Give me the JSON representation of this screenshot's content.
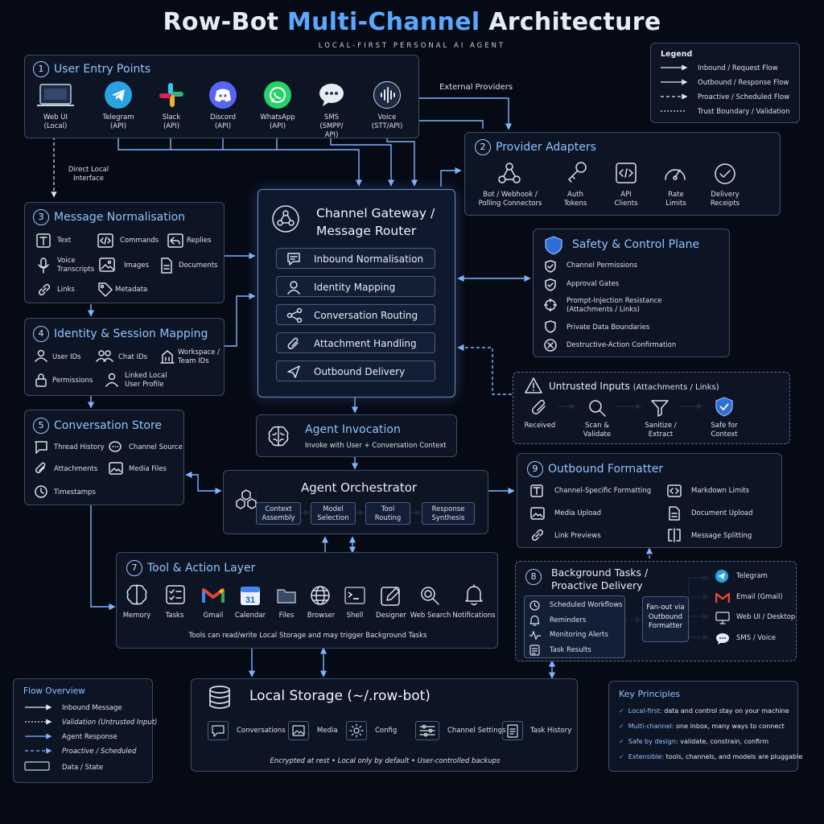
{
  "header": {
    "title_part1": "Row-Bot",
    "title_part2": "Multi-Channel",
    "title_part3": "Architecture",
    "subtitle": "LOCAL-FIRST PERSONAL AI AGENT"
  },
  "legend": {
    "title": "Legend",
    "items": [
      "Inbound / Request Flow",
      "Outbound / Response Flow",
      "Proactive / Scheduled Flow",
      "Trust Boundary / Validation"
    ]
  },
  "entry": {
    "num": "1",
    "title": "User Entry Points",
    "channels": [
      {
        "name": "Web UI",
        "sub": "(Local)"
      },
      {
        "name": "Telegram",
        "sub": "(API)"
      },
      {
        "name": "Slack",
        "sub": "(API)"
      },
      {
        "name": "Discord",
        "sub": "(API)"
      },
      {
        "name": "WhatsApp",
        "sub": "(API)"
      },
      {
        "name": "SMS",
        "sub": "(SMPP/",
        "sub2": "API)"
      },
      {
        "name": "Voice",
        "sub": "(STT/API)"
      }
    ]
  },
  "external_providers": "External Providers",
  "direct_local": {
    "l1": "Direct Local",
    "l2": "Interface"
  },
  "adapters": {
    "num": "2",
    "title": "Provider Adapters",
    "items": [
      {
        "l1": "Bot / Webhook /",
        "l2": "Polling Connectors"
      },
      {
        "l1": "Auth",
        "l2": "Tokens"
      },
      {
        "l1": "API",
        "l2": "Clients"
      },
      {
        "l1": "Rate",
        "l2": "Limits"
      },
      {
        "l1": "Delivery",
        "l2": "Receipts"
      }
    ]
  },
  "normalisation": {
    "num": "3",
    "title": "Message Normalisation",
    "items": [
      "Text",
      "Commands",
      "Replies",
      "Voice",
      "Transcripts",
      "Images",
      "Documents",
      "Links",
      "Metadata"
    ]
  },
  "gateway": {
    "title1": "Channel Gateway /",
    "title2": "Message Router",
    "rows": [
      "Inbound Normalisation",
      "Identity Mapping",
      "Conversation Routing",
      "Attachment Handling",
      "Outbound Delivery"
    ]
  },
  "safety": {
    "title": "Safety & Control Plane",
    "items": [
      "Channel Permissions",
      "Approval Gates",
      "Prompt-Injection Resistance",
      "(Attachments / Links)",
      "Private Data Boundaries",
      "Destructive-Action Confirmation"
    ]
  },
  "identity": {
    "num": "4",
    "title": "Identity & Session Mapping",
    "items": [
      "User IDs",
      "Chat IDs",
      "Workspace /",
      "Team IDs",
      "Permissions",
      "Linked Local",
      "User Profile"
    ]
  },
  "untrusted": {
    "title": "Untrusted Inputs",
    "title_sub": "(Attachments / Links)",
    "steps": [
      {
        "l1": "Received",
        "l2": ""
      },
      {
        "l1": "Scan &",
        "l2": "Validate"
      },
      {
        "l1": "Sanitize /",
        "l2": "Extract"
      },
      {
        "l1": "Safe for",
        "l2": "Context"
      }
    ]
  },
  "store": {
    "num": "5",
    "title": "Conversation Store",
    "items": [
      "Thread History",
      "Channel Source",
      "Attachments",
      "Media Files",
      "Timestamps"
    ]
  },
  "invocation": {
    "title": "Agent Invocation",
    "sub": "Invoke with User + Conversation Context"
  },
  "orchestrator": {
    "title": "Agent Orchestrator",
    "steps": [
      {
        "l1": "Context",
        "l2": "Assembly"
      },
      {
        "l1": "Model",
        "l2": "Selection"
      },
      {
        "l1": "Tool",
        "l2": "Routing"
      },
      {
        "l1": "Response",
        "l2": "Synthesis"
      }
    ]
  },
  "formatter": {
    "num": "9",
    "title": "Outbound Formatter",
    "items": [
      "Channel-Specific Formatting",
      "Markdown Limits",
      "Media Upload",
      "Document Upload",
      "Link Previews",
      "Message Splitting"
    ]
  },
  "tools": {
    "num": "7",
    "title": "Tool & Action Layer",
    "items": [
      "Memory",
      "Tasks",
      "Gmail",
      "Calendar",
      "Files",
      "Browser",
      "Shell",
      "Designer",
      "Web Search",
      "Notifications"
    ],
    "note": "Tools can read/write Local Storage and may trigger Background Tasks",
    "calendar_day": "31"
  },
  "background": {
    "num": "8",
    "title1": "Background Tasks /",
    "title2": "Proactive Delivery",
    "items": [
      "Scheduled Workflows",
      "Reminders",
      "Monitoring Alerts",
      "Task Results"
    ],
    "fanout": [
      "Fan-out via",
      "Outbound",
      "Formatter"
    ],
    "targets": [
      "Telegram",
      "Email (Gmail)",
      "Web UI / Desktop",
      "SMS / Voice"
    ]
  },
  "flow": {
    "title": "Flow Overview",
    "items": [
      "Inbound Message",
      "Validation (Untrusted Input)",
      "Agent Response",
      "Proactive / Scheduled",
      "Data / State"
    ]
  },
  "storage": {
    "title": "Local Storage (~/.row-bot)",
    "items": [
      "Conversations",
      "Media",
      "Config",
      "Channel Settings",
      "Task History"
    ],
    "note": "Encrypted at rest  •  Local only by default  •  User-controlled backups"
  },
  "principles": {
    "title": "Key Principles",
    "items": [
      {
        "k": "Local-first:",
        "v": "data and control stay on your machine"
      },
      {
        "k": "Multi-channel:",
        "v": "one inbox, many ways to connect"
      },
      {
        "k": "Safe by design:",
        "v": "validate, constrain, confirm"
      },
      {
        "k": "Extensible:",
        "v": "tools, channels, and models are pluggable"
      }
    ]
  },
  "colors": {
    "accent": "#5aa8ff",
    "panel_border": "#3a4c6b",
    "background": "#060a14",
    "wire": "#7fb4ff"
  }
}
